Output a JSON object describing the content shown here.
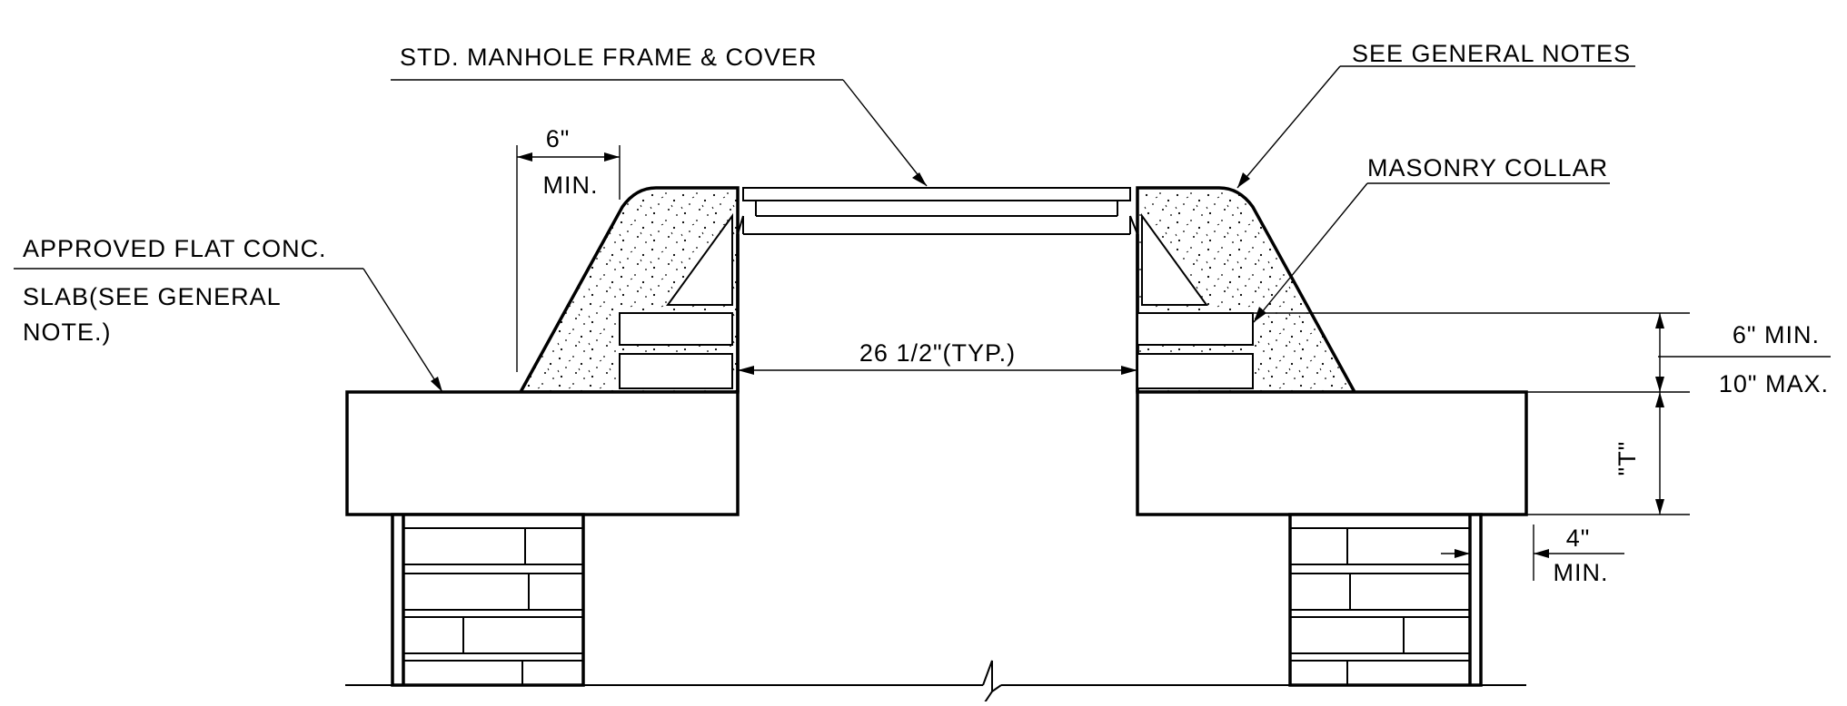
{
  "labels": {
    "frame_cover": "STD. MANHOLE FRAME & COVER",
    "general_notes": "SEE GENERAL NOTES",
    "masonry_collar": "MASONRY COLLAR",
    "slab_line1": "APPROVED FLAT CONC.",
    "slab_line2": "SLAB(SEE GENERAL",
    "slab_line3": "NOTE.)"
  },
  "dimensions": {
    "collar_width_value": "6\"",
    "collar_width_qualifier": "MIN.",
    "opening_width": "26 1/2\"(TYP.)",
    "collar_height_min": "6\" MIN.",
    "collar_height_max": "10\" MAX.",
    "slab_thickness": "\"T\"",
    "bearing_value": "4\"",
    "bearing_qualifier": "MIN."
  }
}
